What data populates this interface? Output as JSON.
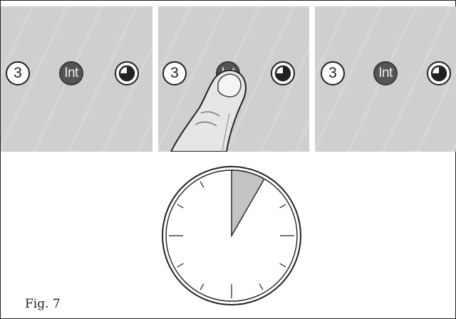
{
  "panels": [
    {
      "number_label": "3",
      "int_label": "Int",
      "timer_icon": "timer-icon",
      "pressed": false
    },
    {
      "number_label": "3",
      "int_label": "Int",
      "timer_icon": "timer-icon",
      "pressed": true
    },
    {
      "number_label": "3",
      "int_label": "Int",
      "timer_icon": "timer-icon",
      "pressed": false
    }
  ],
  "dial": {
    "icon": "clock-dial-icon",
    "tick_count": 12,
    "highlighted_fraction": 0.0833
  },
  "caption": "Fig. 7",
  "colors": {
    "panel_bg": "#cfcfcf",
    "int_button": "#555555",
    "dial_highlight": "#c4c4c4",
    "line": "#222222"
  }
}
